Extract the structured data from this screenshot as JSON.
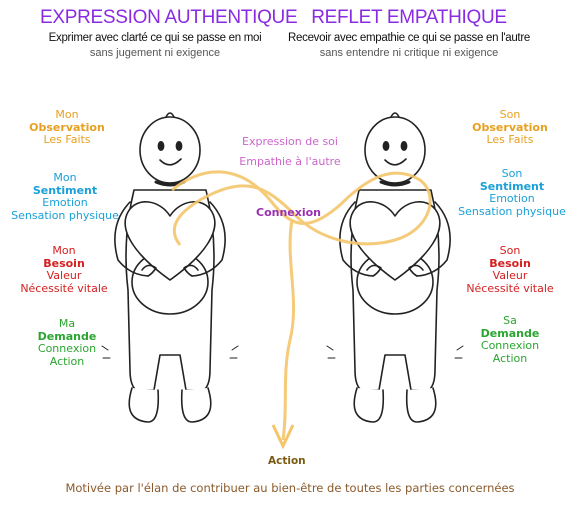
{
  "left_header": {
    "title": "EXPRESSION AUTHENTIQUE",
    "subtitle": "Exprimer avec clarté ce qui se passe en moi",
    "note": "sans jugement ni exigence"
  },
  "right_header": {
    "title": "REFLET EMPATHIQUE",
    "subtitle": "Recevoir avec empathie ce qui se passe en l'autre",
    "note": "sans entendre ni critique ni exigence"
  },
  "left_groups": {
    "observation": [
      "Mon",
      "Observation",
      "Les Faits"
    ],
    "sentiment": [
      "Mon",
      "Sentiment",
      "Emotion",
      "Sensation physique"
    ],
    "besoin": [
      "Mon",
      "Besoin",
      "Valeur",
      "Nécessité vitale"
    ],
    "demande": [
      "Ma",
      "Demande",
      "Connexion",
      "Action"
    ]
  },
  "right_groups": {
    "observation": [
      "Son",
      "Observation",
      "Les Faits"
    ],
    "sentiment": [
      "Son",
      "Sentiment",
      "Emotion",
      "Sensation physique"
    ],
    "besoin": [
      "Son",
      "Besoin",
      "Valeur",
      "Nécessité vitale"
    ],
    "demande": [
      "Sa",
      "Demande",
      "Connexion",
      "Action"
    ]
  },
  "center": {
    "expression": "Expression de soi",
    "empathie": "Empathie à l'autre",
    "connexion": "Connexion",
    "action": "Action"
  },
  "footer": "Motivée par l'élan de contribuer au bien-être de toutes les parties concernées",
  "colors": {
    "title": "#8a2be2",
    "observation": "#e8a020",
    "sentiment": "#1aa0d8",
    "besoin": "#d42020",
    "demande": "#2aa530",
    "connexion": "#9b2fb3",
    "flow": "#f4c56a",
    "footer": "#8b5a2b"
  }
}
